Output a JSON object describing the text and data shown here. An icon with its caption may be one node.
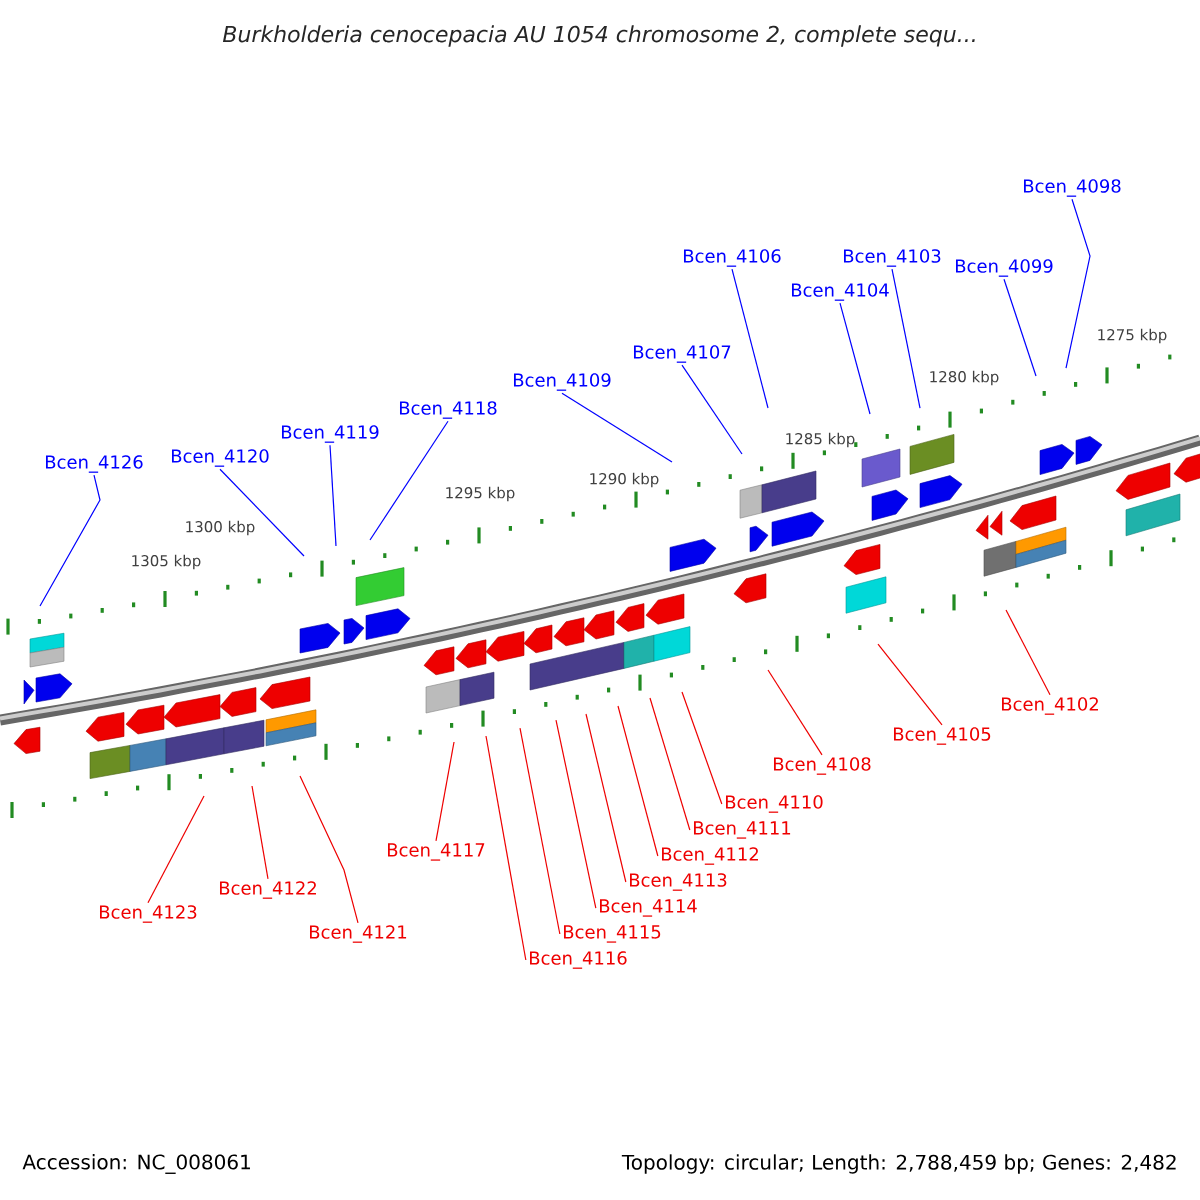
{
  "diagram": {
    "title": "Burkholderia cenocepacia AU 1054 chromosome 2, complete sequ...",
    "nodes": [
      {
        "text": [
          "Bcen_4126"
        ]
      },
      {
        "text": [
          "Bcen_4120"
        ]
      },
      {
        "text": [
          "Bcen_4119"
        ]
      },
      {
        "text": [
          "Bcen_4118"
        ]
      },
      {
        "text": [
          "Bcen_4109"
        ]
      },
      {
        "text": [
          "Bcen_4107"
        ]
      },
      {
        "text": [
          "Bcen_4106"
        ]
      },
      {
        "text": [
          "Bcen_4104"
        ]
      },
      {
        "text": [
          "Bcen_4103"
        ]
      },
      {
        "text": [
          "Bcen_4099"
        ]
      },
      {
        "text": [
          "Bcen_4098"
        ]
      },
      {
        "text": [
          "Bcen_4123"
        ]
      },
      {
        "text": [
          "Bcen_4122"
        ]
      },
      {
        "text": [
          "Bcen_4121"
        ]
      },
      {
        "text": [
          "Bcen_4117"
        ]
      },
      {
        "text": [
          "Bcen_4116"
        ]
      },
      {
        "text": [
          "Bcen_4115"
        ]
      },
      {
        "text": [
          "Bcen_4114"
        ]
      },
      {
        "text": [
          "Bcen_4113"
        ]
      },
      {
        "text": [
          "Bcen_4112"
        ]
      },
      {
        "text": [
          "Bcen_4111"
        ]
      },
      {
        "text": [
          "Bcen_4110"
        ]
      },
      {
        "text": [
          "Bcen_4108"
        ]
      },
      {
        "text": [
          "Bcen_4105"
        ]
      },
      {
        "text": [
          "Bcen_4102"
        ]
      }
    ],
    "edges": [
      {
        "from": 0,
        "to": null,
        "arrow": "none",
        "color": "#0000ff"
      },
      {
        "from": 1,
        "to": null,
        "arrow": "none",
        "color": "#0000ff"
      },
      {
        "from": 2,
        "to": null,
        "arrow": "none",
        "color": "#0000ff"
      },
      {
        "from": 3,
        "to": null,
        "arrow": "none",
        "color": "#0000ff"
      },
      {
        "from": 4,
        "to": null,
        "arrow": "none",
        "color": "#0000ff"
      },
      {
        "from": 5,
        "to": null,
        "arrow": "none",
        "color": "#0000ff"
      },
      {
        "from": 6,
        "to": null,
        "arrow": "none",
        "color": "#0000ff"
      },
      {
        "from": 7,
        "to": null,
        "arrow": "none",
        "color": "#0000ff"
      },
      {
        "from": 8,
        "to": null,
        "arrow": "none",
        "color": "#0000ff"
      },
      {
        "from": 9,
        "to": null,
        "arrow": "none",
        "color": "#0000ff"
      },
      {
        "from": 10,
        "to": null,
        "arrow": "none",
        "color": "#0000ff"
      },
      {
        "from": 11,
        "to": null,
        "arrow": "none"
      },
      {
        "from": 12,
        "to": null,
        "arrow": "none"
      },
      {
        "from": 13,
        "to": null,
        "arrow": "none"
      },
      {
        "from": 14,
        "to": null,
        "arrow": "none"
      },
      {
        "from": 15,
        "to": null,
        "arrow": "none"
      },
      {
        "from": 16,
        "to": null,
        "arrow": "none"
      },
      {
        "from": 17,
        "to": null,
        "arrow": "none"
      },
      {
        "from": 18,
        "to": null,
        "arrow": "none"
      },
      {
        "from": 19,
        "to": null,
        "arrow": "none"
      },
      {
        "from": 20,
        "to": null,
        "arrow": "none"
      },
      {
        "from": 21,
        "to": null,
        "arrow": "none"
      },
      {
        "from": 22,
        "to": null,
        "arrow": "none"
      },
      {
        "from": 23,
        "to": null,
        "arrow": "none"
      },
      {
        "from": 24,
        "to": null,
        "arrow": "none"
      }
    ],
    "labels": [
      "1305 kbp",
      "1300 kbp",
      "1295 kbp",
      "1290 kbp",
      "1285 kbp",
      "1280 kbp",
      "1275 kbp",
      "Accession: NC_008061",
      "Topology: circular; Length: 2,788,459 bp; Genes: 2,482"
    ]
  }
}
